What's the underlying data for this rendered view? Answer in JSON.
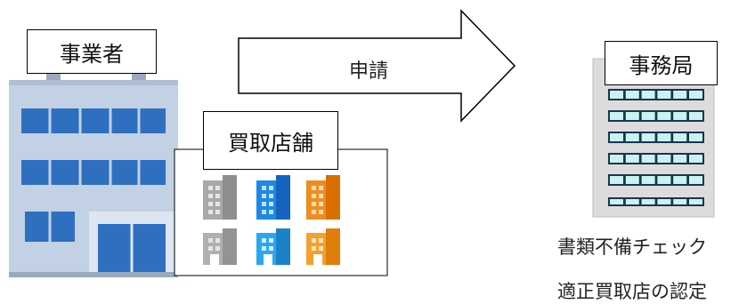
{
  "diagram": {
    "business_label": "事業者",
    "store_label": "買取店舗",
    "arrow_label": "申請",
    "office_label": "事務局",
    "office_tasks": [
      "書類不備チェック",
      "適正買取店の認定"
    ]
  },
  "colors": {
    "building_light": "#b9c9dd",
    "building_window": "#2f6fc0",
    "store_gray": "#a9a9a9",
    "store_blue": "#1e88e5",
    "store_orange": "#f08c1e",
    "tower_window": "#c8f3f0"
  },
  "icons": [
    "office-building-icon",
    "small-building-icon",
    "tower-building-icon",
    "arrow-right-icon"
  ]
}
